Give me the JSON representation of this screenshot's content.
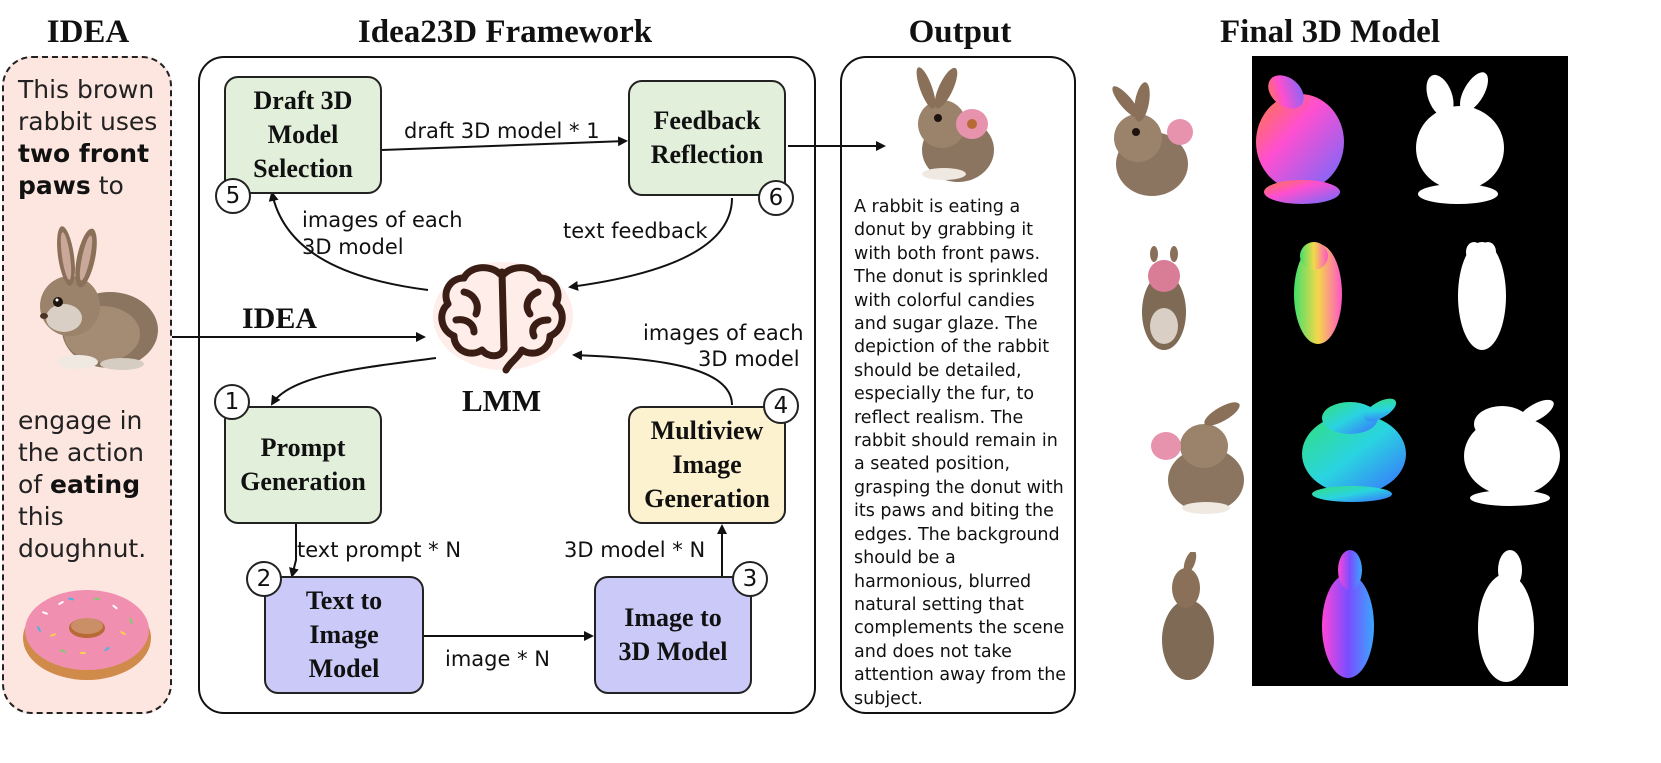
{
  "headings": {
    "idea": "IDEA",
    "framework": "Idea23D Framework",
    "output": "Output",
    "final": "Final 3D Model"
  },
  "idea_panel": {
    "line1": "This brown",
    "line2": "rabbit uses",
    "bold1": "two front",
    "bold2": "paws",
    "after_bold2": " to",
    "line5": "engage in",
    "line6": "the action",
    "pre_bold3": "of ",
    "bold3": "eating",
    "line8": "this",
    "line9": "doughnut."
  },
  "nodes": {
    "draft_selection": [
      "Draft 3D",
      "Model",
      "Selection"
    ],
    "feedback_reflection": [
      "Feedback",
      "Reflection"
    ],
    "prompt_generation": [
      "Prompt",
      "Generation"
    ],
    "text_to_image": [
      "Text to",
      "Image",
      "Model"
    ],
    "image_to_3d": [
      "Image to",
      "3D Model"
    ],
    "multiview": [
      "Multiview",
      "Image",
      "Generation"
    ],
    "lmm": "LMM"
  },
  "badges": [
    "1",
    "2",
    "3",
    "4",
    "5",
    "6"
  ],
  "edges": {
    "draft_model": "draft 3D model * 1",
    "images_each_1": "images of each",
    "images_each_2": "3D model",
    "text_feedback": "text feedback",
    "idea_arrow": "IDEA",
    "images_each_3": "images of each",
    "images_each_4": "3D model",
    "text_prompt": "text prompt * N",
    "model_n": "3D model * N",
    "image_n": "image * N"
  },
  "output_description": "A rabbit is eating a donut by grabbing it with both front paws. The donut is sprinkled with colorful candies and sugar glaze. The depiction of the rabbit should be detailed, especially the fur, to reflect realism. The rabbit should remain in a seated position, grasping the donut with its paws and biting the edges. The background should be a harmonious, blurred natural setting that complements the scene and does not take attention away from the subject.",
  "colors": {
    "idea_bg": "#fde6df",
    "green": "#e2efda",
    "purple": "#cbc9f8",
    "yellow": "#fdf2d0",
    "brain": "#3a1d14"
  }
}
